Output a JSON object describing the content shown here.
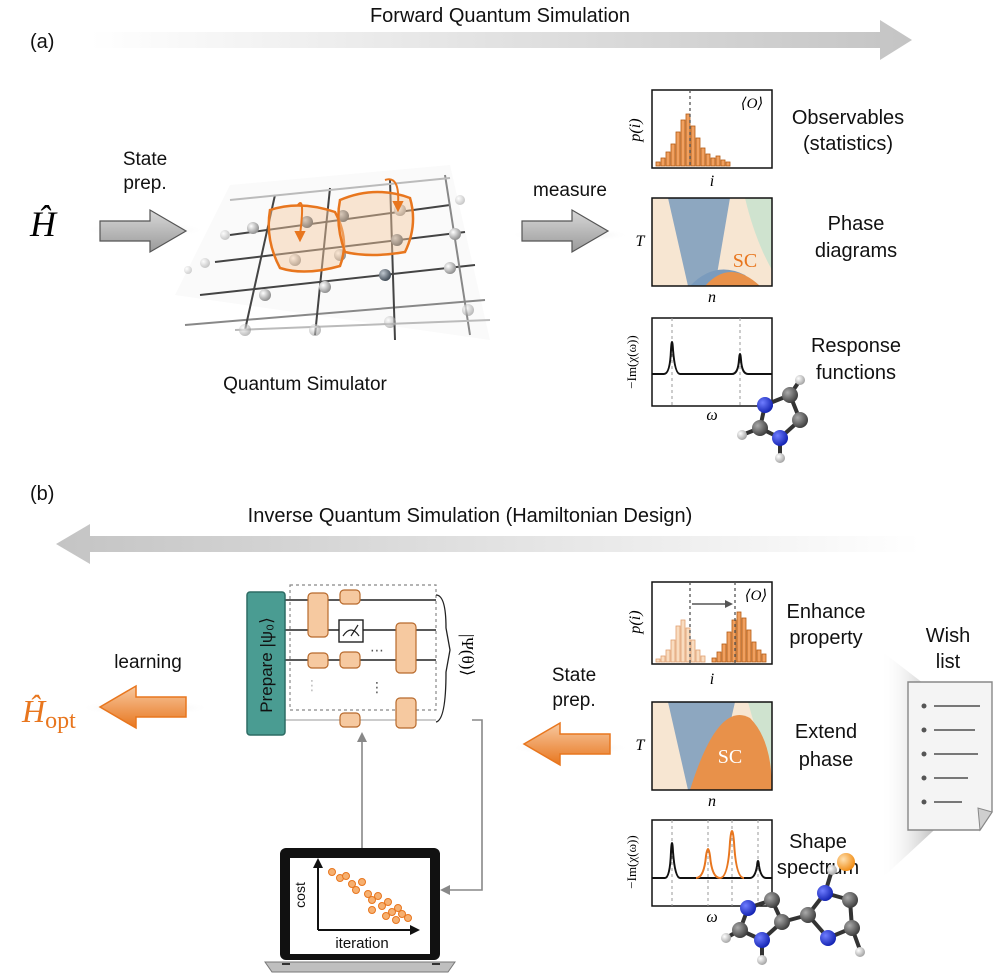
{
  "panel_a": {
    "label": "(a)",
    "top_arrow": "Forward Quantum Simulation",
    "hamiltonian": "Ĥ",
    "state_prep": [
      "State",
      "prep."
    ],
    "simulator_caption": "Quantum Simulator",
    "measure": "measure",
    "observables": {
      "title": [
        "Observables",
        "(statistics)"
      ],
      "ylabel": "p(i)",
      "xlabel": "i",
      "expectation": "⟨O⟩"
    },
    "phase": {
      "title": [
        "Phase",
        "diagrams"
      ],
      "ylabel": "T",
      "xlabel": "n",
      "region": "SC"
    },
    "response": {
      "title": [
        "Response",
        "functions"
      ],
      "ylabel": "−Im(χ(ω))",
      "xlabel": "ω"
    }
  },
  "panel_b": {
    "label": "(b)",
    "top_arrow": "Inverse Quantum Simulation (Hamiltonian Design)",
    "h_opt": "Ĥ",
    "h_opt_sub": "opt",
    "learning": "learning",
    "state_prep": [
      "State",
      "prep."
    ],
    "prepare": "Prepare |ψ₀⟩",
    "psi_theta": "|Ψ(θ)⟩",
    "laptop": {
      "ylabel": "cost",
      "xlabel": "iteration"
    },
    "enhance": {
      "title": [
        "Enhance",
        "property"
      ],
      "ylabel": "p(i)",
      "xlabel": "i",
      "expectation": "⟨O⟩"
    },
    "extend": {
      "title": [
        "Extend",
        "phase"
      ],
      "ylabel": "T",
      "xlabel": "n",
      "region": "SC"
    },
    "shape": {
      "title": [
        "Shape",
        "spectrum"
      ],
      "ylabel": "−Im(χ(ω))",
      "xlabel": "ω"
    },
    "wish_list": [
      "Wish",
      "list"
    ]
  },
  "colors": {
    "orange": "#e8761e",
    "light_orange": "#f6c9a0",
    "blue": "#7a9bbd",
    "green": "#cfe3cf",
    "peach": "#f7e6d2",
    "teal": "#3f8f86",
    "grey_arrow": "#c9c9c9"
  }
}
